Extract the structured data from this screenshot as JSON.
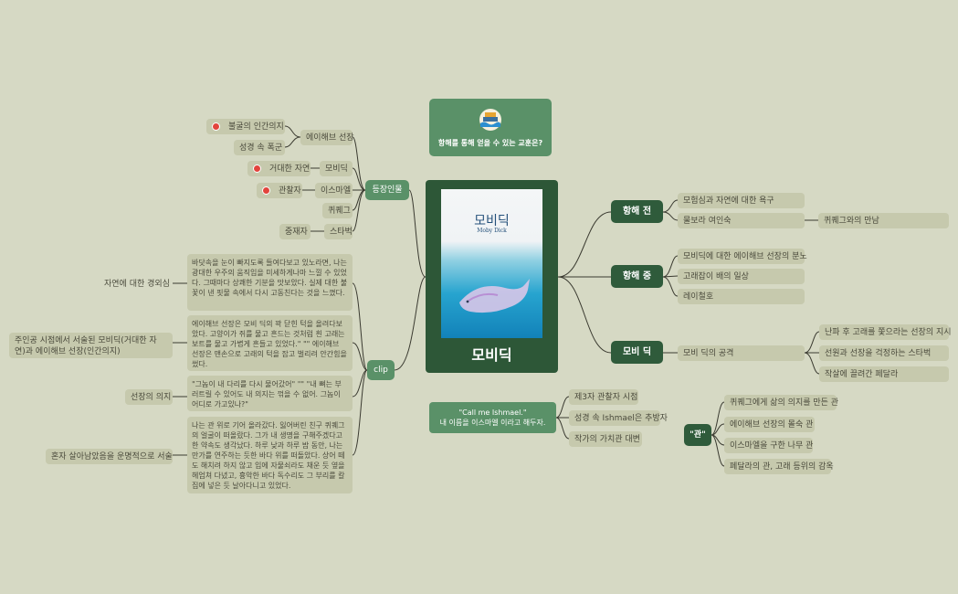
{
  "header": {
    "title": "항해를 통해 얻을 수 있는 교훈은?",
    "icon": "ship-icon"
  },
  "center": {
    "title": "모비딕",
    "cover_title": "모비딕",
    "cover_subtitle": "Moby Dick"
  },
  "characters": {
    "hub": "등장인물",
    "ahab": {
      "label": "에이해브 선장",
      "children": [
        "불굴의 인간의지",
        "성경 속 폭군"
      ]
    },
    "mobydick": {
      "label": "모비딕",
      "child": "거대한 자연"
    },
    "ishmael": {
      "label": "이스마엘",
      "child": "관찰자"
    },
    "queequeg": {
      "label": "퀴퀘그"
    },
    "starbuck": {
      "label": "스타벅",
      "child": "중재자"
    }
  },
  "clip": {
    "hub": "clip",
    "items": [
      {
        "label": "자연에 대한 경외심",
        "text": "바닷속을 눈이 빠지도록 들여다보고 있노라면, 나는 광대한 우주의 움직임을 미세하게나마 느낄 수 있었다. 그때마다 상쾌한 기분을 맛보았다. 실제 대한 불꽃이 낸 핏물 속에서 다시 고동친다는 것을 느꼈다."
      },
      {
        "label": "주인공 시점에서 서술된 모비딕(거대한 자연)과 에이해브 선장(인간의지)",
        "text": "에이해브 선장은 모비 딕의 꽉 닫힌 턱을 올려다보았다. 고양이가 쥐를 물고 흔드는 것처럼 흰 고래는 보트를 물고 가볍게 흔들고 있었다.\" \"\" 에이해브 선장은 맨손으로 고래의 턱을 잡고 벌리려 안간힘을 썼다."
      },
      {
        "label": "선장의 의지",
        "text": "\"그놈이 내 다리를 다시 물어갔어\" \"\" \"내 뼈는 부러트릴 수 있어도 내 의지는 꺾을 수 없어. 그놈이 어디로 가고있나?\""
      },
      {
        "label": "혼자 살아남았음을 운명적으로 서술",
        "text": "나는 관 위로 기어 올라갔다. 잃어버린 친구 퀴퀘그의 얼굴이 떠올랐다. 그가 내 생명을 구해주겠다고 한 약속도 생각났다. 하루 낮과 하루 밤 동안, 나는 만가를 연주하는 듯한 바다 위를 떠돌았다. 상어 떼도 해치려 하지 않고 입에 자물쇠라도 채운 듯 옆을 헤엄쳐 다녔고, 흉악한 바다 독수리도 그 부리를 칼집에 넣은 듯 날아다니고 있었다."
      }
    ]
  },
  "voyage": {
    "before": {
      "label": "항해 전",
      "items": [
        "모험심과 자연에 대한 욕구",
        "물보라 여인숙"
      ],
      "sub": "퀴퀘그와의 만남"
    },
    "during": {
      "label": "항해 중",
      "items": [
        "모비딕에 대한 에이해브 선장의 분노",
        "고래잡이 배의 일상",
        "레이철호"
      ]
    },
    "mobydick": {
      "label": "모비 딕",
      "item": "모비 딕의 공격",
      "subs": [
        "난파 후 고래를 쫓으라는 선장의 지시",
        "선원과 선장을 걱정하는 스타벅",
        "작살에 끌려간 페달라"
      ]
    }
  },
  "quote": {
    "line1": "\"Call me Ishmael.\"",
    "line2": "내 이름을 이스마엘 이라고 해두자.",
    "items": [
      "제3자 관찰자 시점",
      "성경 속 Ishmael은 추방자",
      "작가의 가치관 대변"
    ]
  },
  "coffin": {
    "hub": "\"관\"",
    "items": [
      "퀴퀘그에게 삶의 의지를 만든 관",
      "에이해브 선장의 몰숙 관",
      "이스마엘을 구한 나무 관",
      "페달라의 관, 고래 등위의 감옥"
    ]
  }
}
